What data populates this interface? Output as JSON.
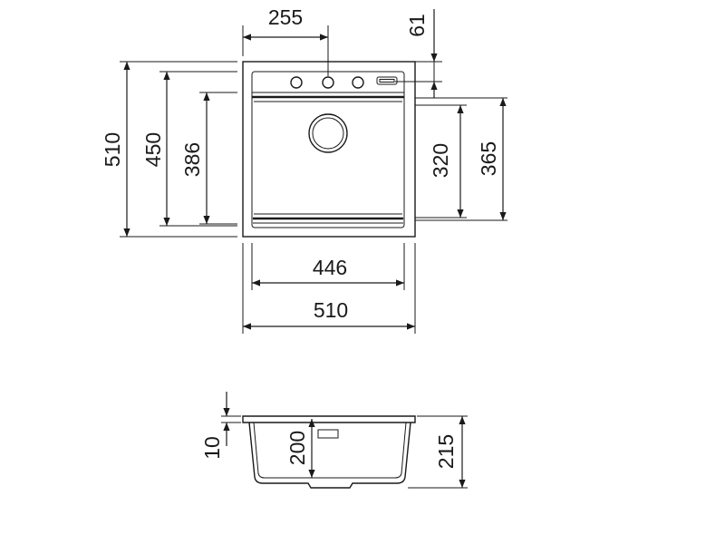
{
  "top_view": {
    "width_right_offset": "255",
    "rim_depth": "61",
    "overall_depth": "510",
    "inner_depth": "450",
    "bowl_depth": "386",
    "bowl_length": "320",
    "sink_length": "365",
    "bowl_width": "446",
    "overall_width": "510"
  },
  "side_view": {
    "rim_thickness": "10",
    "bowl_height": "200",
    "overall_height": "215"
  }
}
